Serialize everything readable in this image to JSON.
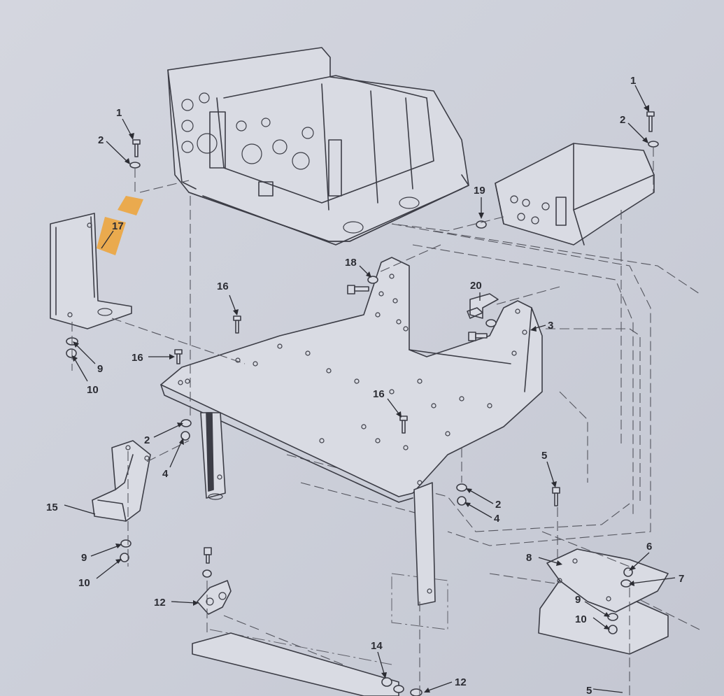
{
  "callouts": [
    {
      "id": "c1a",
      "text": "1"
    },
    {
      "id": "c2a",
      "text": "2"
    },
    {
      "id": "c17",
      "text": "17"
    },
    {
      "id": "c1b",
      "text": "1"
    },
    {
      "id": "c2b",
      "text": "2"
    },
    {
      "id": "c19",
      "text": "19"
    },
    {
      "id": "c18",
      "text": "18"
    },
    {
      "id": "c20",
      "text": "20"
    },
    {
      "id": "c3",
      "text": "3"
    },
    {
      "id": "c16a",
      "text": "16"
    },
    {
      "id": "c16b",
      "text": "16"
    },
    {
      "id": "c16c",
      "text": "16"
    },
    {
      "id": "c9a",
      "text": "9"
    },
    {
      "id": "c10a",
      "text": "10"
    },
    {
      "id": "c2c",
      "text": "2"
    },
    {
      "id": "c4a",
      "text": "4"
    },
    {
      "id": "c15",
      "text": "15"
    },
    {
      "id": "c9b",
      "text": "9"
    },
    {
      "id": "c10b",
      "text": "10"
    },
    {
      "id": "c12a",
      "text": "12"
    },
    {
      "id": "c14",
      "text": "14"
    },
    {
      "id": "c12b",
      "text": "12"
    },
    {
      "id": "c2d",
      "text": "2"
    },
    {
      "id": "c4b",
      "text": "4"
    },
    {
      "id": "c5a",
      "text": "5"
    },
    {
      "id": "c6",
      "text": "6"
    },
    {
      "id": "c7",
      "text": "7"
    },
    {
      "id": "c8",
      "text": "8"
    },
    {
      "id": "c9c",
      "text": "9"
    },
    {
      "id": "c10c",
      "text": "10"
    },
    {
      "id": "c5b",
      "text": "5"
    }
  ],
  "colors": {
    "highlight": "#f0a02a",
    "ink": "#3c3d46",
    "paper": "#cfd1db"
  }
}
